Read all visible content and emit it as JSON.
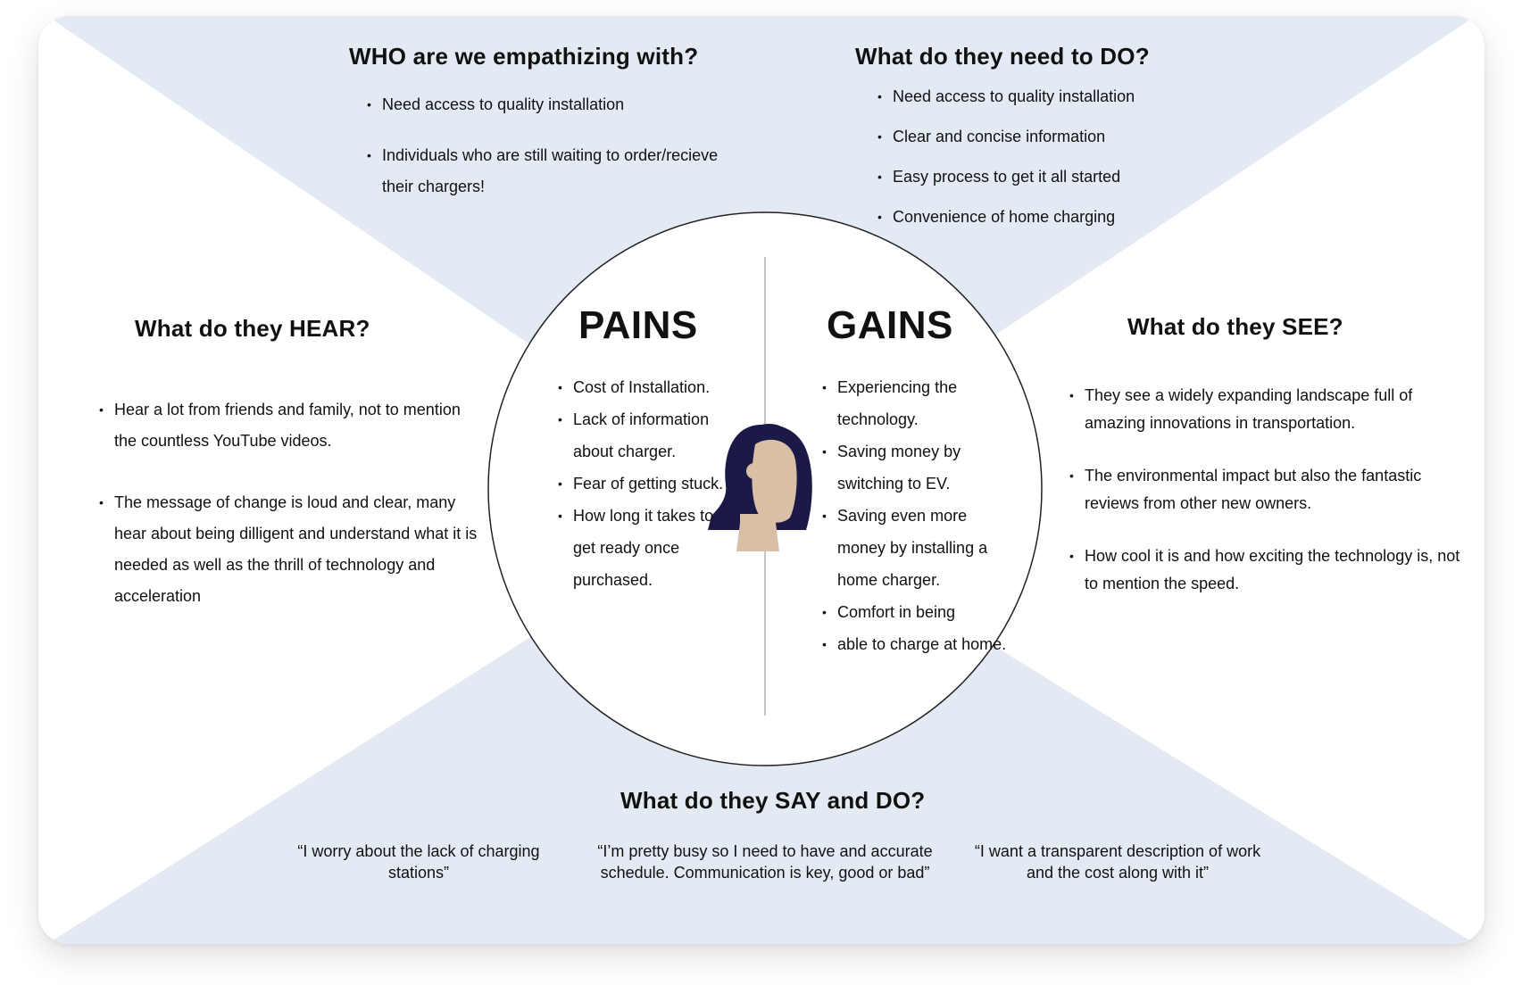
{
  "colors": {
    "quadrant_fill": "#e3eaf3",
    "card": "#ffffff",
    "circle_stroke": "#222222",
    "divider": "#c4c4c4",
    "hair": "#1b1a47",
    "skin": "#d9bfa6"
  },
  "who": {
    "heading": "WHO are we empathizing with?",
    "items": [
      "Need access to quality installation",
      "Individuals who are still waiting to order/recieve their chargers!"
    ]
  },
  "do": {
    "heading": "What do they need to DO?",
    "items": [
      "Need access to quality installation",
      "Clear and concise information",
      "Easy process to get it all started",
      "Convenience of home charging"
    ]
  },
  "hear": {
    "heading": "What do they HEAR?",
    "items": [
      "Hear a lot from friends and family, not to mention the countless YouTube videos.",
      "The message of change is loud and clear, many hear about being dilligent and understand what it is needed as well as the thrill of technology and acceleration"
    ]
  },
  "see": {
    "heading": "What do they SEE?",
    "items": [
      "They see a widely expanding landscape full of amazing innovations in transportation.",
      "The environmental impact but also the fantastic reviews from other new owners.",
      "How cool it is and how exciting the technology is, not to mention the speed."
    ]
  },
  "pains": {
    "heading": "PAINS",
    "items": [
      "Cost of Installation.",
      "Lack of information about charger.",
      "Fear of getting stuck.",
      "How long it takes to get ready once purchased."
    ]
  },
  "gains": {
    "heading": "GAINS",
    "items": [
      "Experiencing the technology.",
      "Saving money by switching to EV.",
      "Saving even more money by installing a home charger.",
      "Comfort in being",
      "able to charge at home."
    ]
  },
  "say": {
    "heading": "What do they SAY and DO?",
    "quotes": [
      "“I worry about the lack of charging stations”",
      "“I’m pretty busy so I need to have and accurate schedule. Communication is key, good or bad”",
      "“I want a transparent description of work and the cost along with it”"
    ]
  },
  "icons": {
    "persona": "person-avatar-icon"
  }
}
